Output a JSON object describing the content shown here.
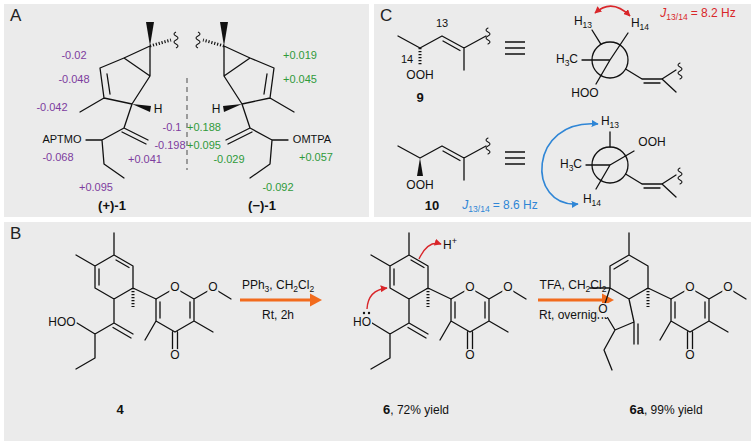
{
  "diagram": {
    "nodes": [
      {
        "text": [
          "A"
        ]
      },
      {
        "text": [
          "C"
        ]
      },
      {
        "text": [
          "B"
        ]
      }
    ],
    "labels": [
      "-0.02",
      "-0.042",
      "-0.048",
      "APTMO",
      "-0.068",
      "+0.041",
      "+0.095",
      "-0.1",
      "-0.198",
      "H",
      "(+)-1",
      "+0.019",
      "+0.045",
      "+0.188",
      "+0.095",
      "OMTPA",
      "+0.057",
      "-0.029",
      "-0.092",
      "H",
      "(−)-1",
      "14",
      "13",
      "OOH",
      "9",
      "H",
      "13",
      "H",
      "14",
      "H",
      "3",
      "C",
      "HOO",
      "J",
      "13/14",
      "= 8.2 Hz",
      "OOH",
      "10",
      "H",
      "13",
      "OOH",
      "H",
      "3",
      "C",
      "H",
      "14",
      "J",
      "13/14",
      "= 8.6 Hz",
      "O",
      "O",
      "O",
      "HOO",
      "4",
      "PPh",
      "3",
      ", CH",
      "2",
      "Cl",
      "2",
      "Rt, 2h",
      "O",
      "O",
      "O",
      "HO",
      "H",
      "+",
      "6",
      ", 72% yield",
      "TFA, CH",
      "2",
      "Cl",
      "2",
      "Rt, overnight",
      "O",
      "O",
      "O",
      "O",
      "6a",
      ", 99% yield"
    ]
  }
}
